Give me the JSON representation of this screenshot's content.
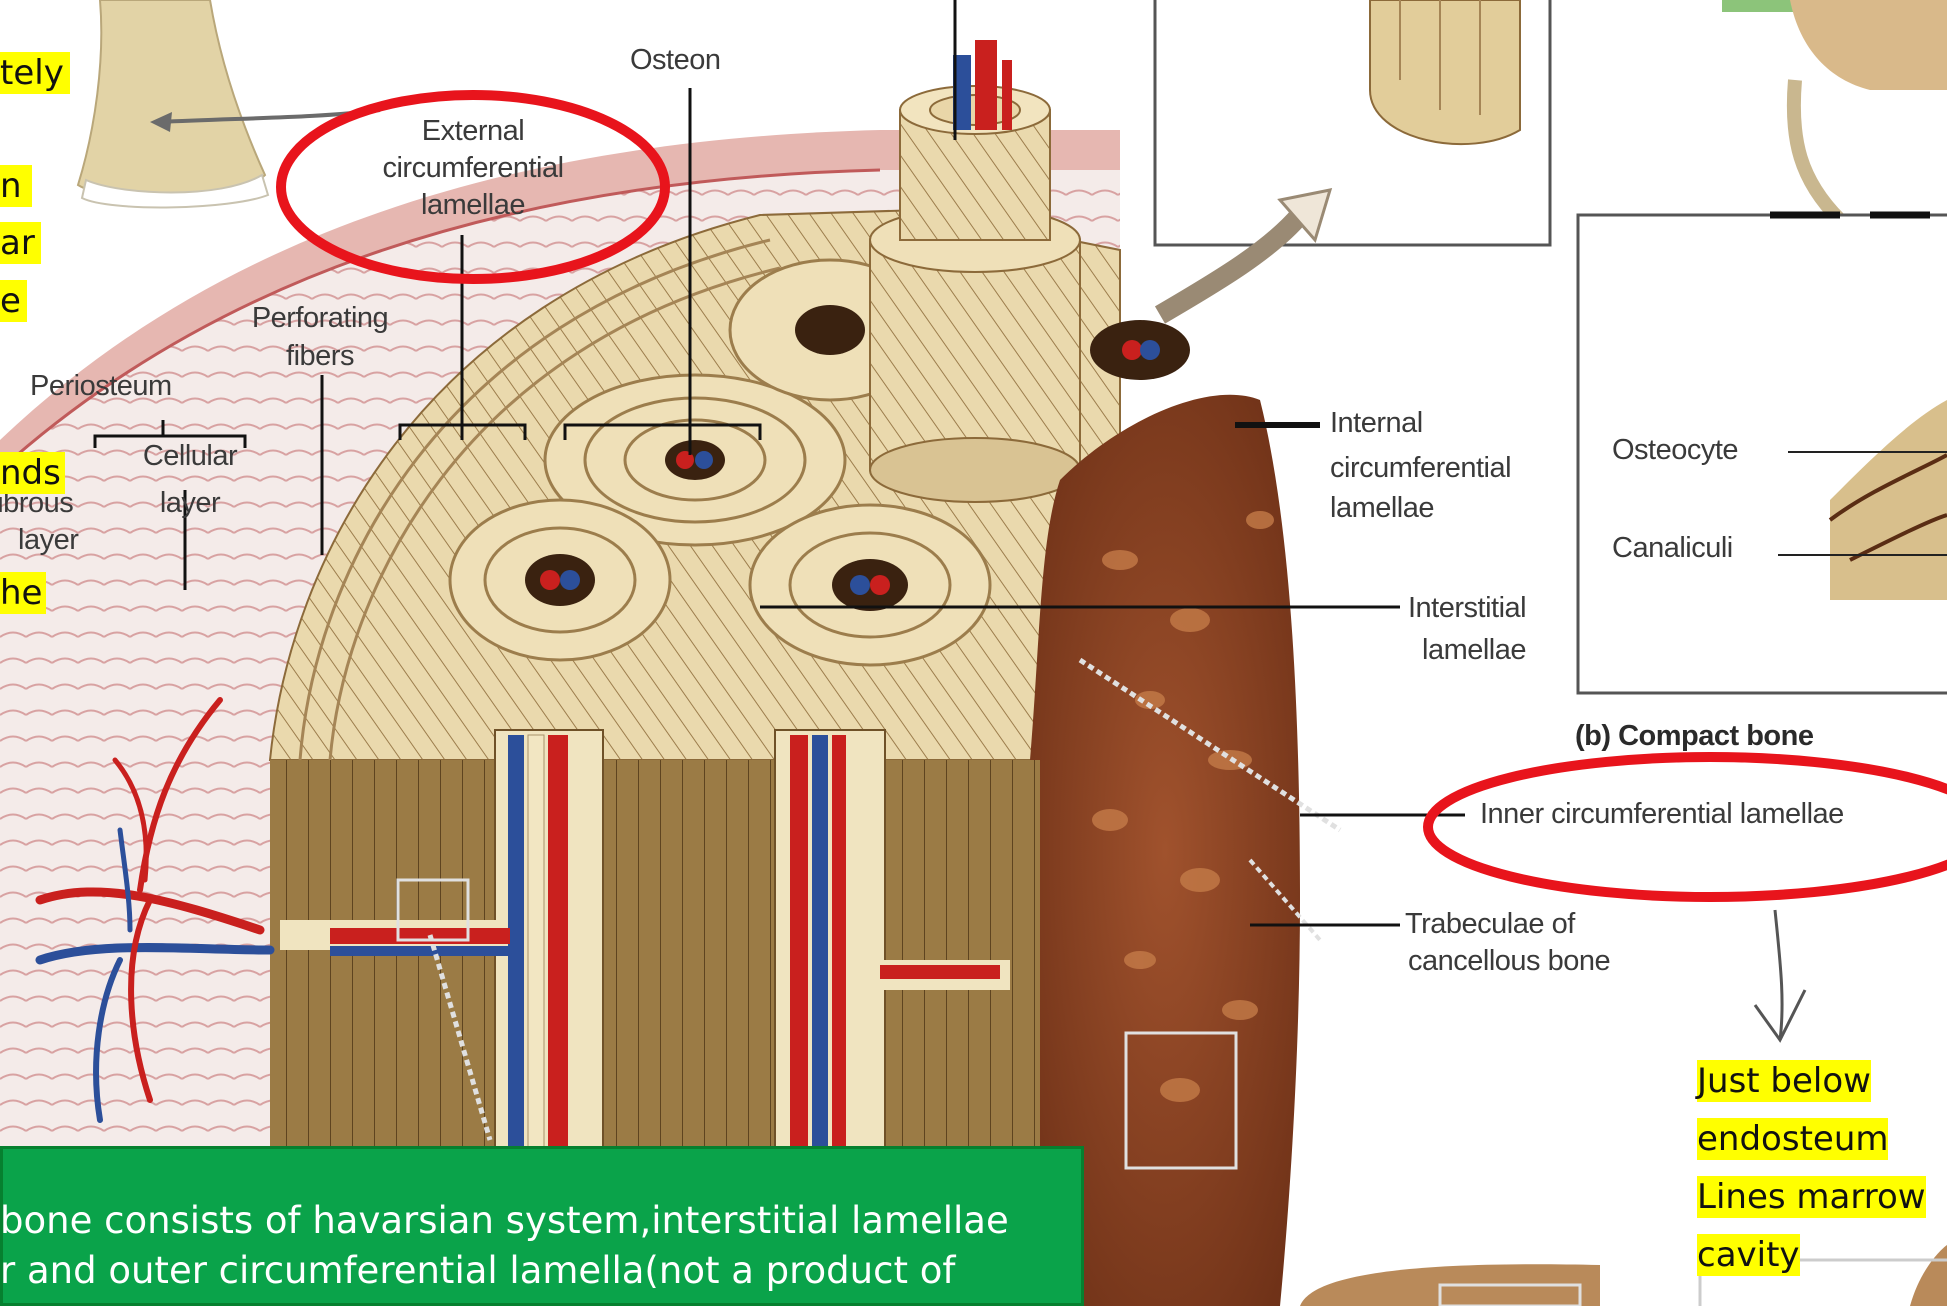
{
  "labels": {
    "osteon": "Osteon",
    "external_circ": [
      "External",
      "circumferential",
      "lamellae"
    ],
    "perforating_fibers": [
      "Perforating",
      "fibers"
    ],
    "periosteum": "Periosteum",
    "cellular_layer": [
      "Cellular",
      "layer"
    ],
    "fibrous_layer": [
      "Fibrous",
      "layer"
    ],
    "internal_circ": [
      "Internal",
      "circumferential",
      "lamellae"
    ],
    "interstitial": [
      "Interstitial",
      "lamellae"
    ],
    "osteocyte": "Osteocyte",
    "canaliculi": "Canaliculi",
    "compact_bone": "(b) Compact bone",
    "inner_circ": "Inner circumferential lamellae",
    "trabeculae": [
      "Trabeculae of",
      "cancellous bone"
    ]
  },
  "notes": {
    "left_fragments": [
      "tely",
      "n",
      "ar",
      "e",
      "nds",
      "he"
    ],
    "just_below": [
      "Just below",
      "endosteum",
      "Lines marrow",
      "cavity"
    ],
    "green_box": [
      "bone consists of havarsian system,interstitial lamellae",
      "r and outer circumferential lamella(not a product of"
    ]
  },
  "colors": {
    "red_circle": "#e8141c",
    "highlight": "#ffff00",
    "green_box": "#0aa34a",
    "bone_light": "#e9d6a8",
    "bone_dark": "#8c6a3a",
    "cancellous": "#7a3a1e",
    "artery": "#c9201e",
    "vein": "#2c4f9a"
  }
}
